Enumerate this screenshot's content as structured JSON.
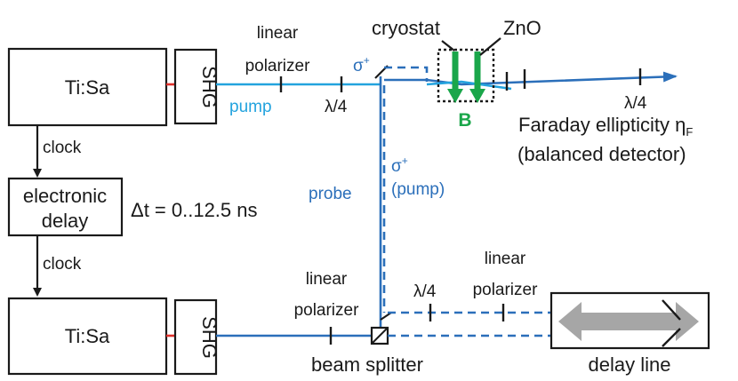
{
  "boxes": {
    "laser_top": "Ti:Sa",
    "shg_top": "SHG",
    "delay_line1": "electronic",
    "delay_line2": "delay",
    "laser_bottom": "Ti:Sa",
    "shg_bottom": "SHG",
    "delay_stage": "delay line"
  },
  "labels": {
    "clock_top": "clock",
    "clock_bottom": "clock",
    "delta_t": "Δt = 0..12.5 ns",
    "linear_top_1": "linear",
    "linear_top_2": "polarizer",
    "pump": "pump",
    "lambda4_top": "λ/4",
    "sigma_top": "σ",
    "sigma_top_sup": "+",
    "cryostat": "cryostat",
    "zno": "ZnO",
    "b_field": "B",
    "lambda4_right": "λ/4",
    "faraday_1": "Faraday ellipticity η",
    "faraday_sub": "F",
    "faraday_2": "(balanced detector)",
    "sigma_mid": "σ",
    "sigma_mid_sup": "+",
    "pump_paren": "(pump)",
    "probe": "probe",
    "linear_left_1": "linear",
    "linear_left_2": "polarizer",
    "lambda4_bottom": "λ/4",
    "linear_right_1": "linear",
    "linear_right_2": "polarizer",
    "beam_splitter": "beam splitter"
  },
  "colors": {
    "pump_beam": "#23a3de",
    "probe_beam": "#2b6fba",
    "magnetic_field": "#1aa64a",
    "laser_link": "#e0302a",
    "delay_arrow": "#a6a6a6"
  }
}
